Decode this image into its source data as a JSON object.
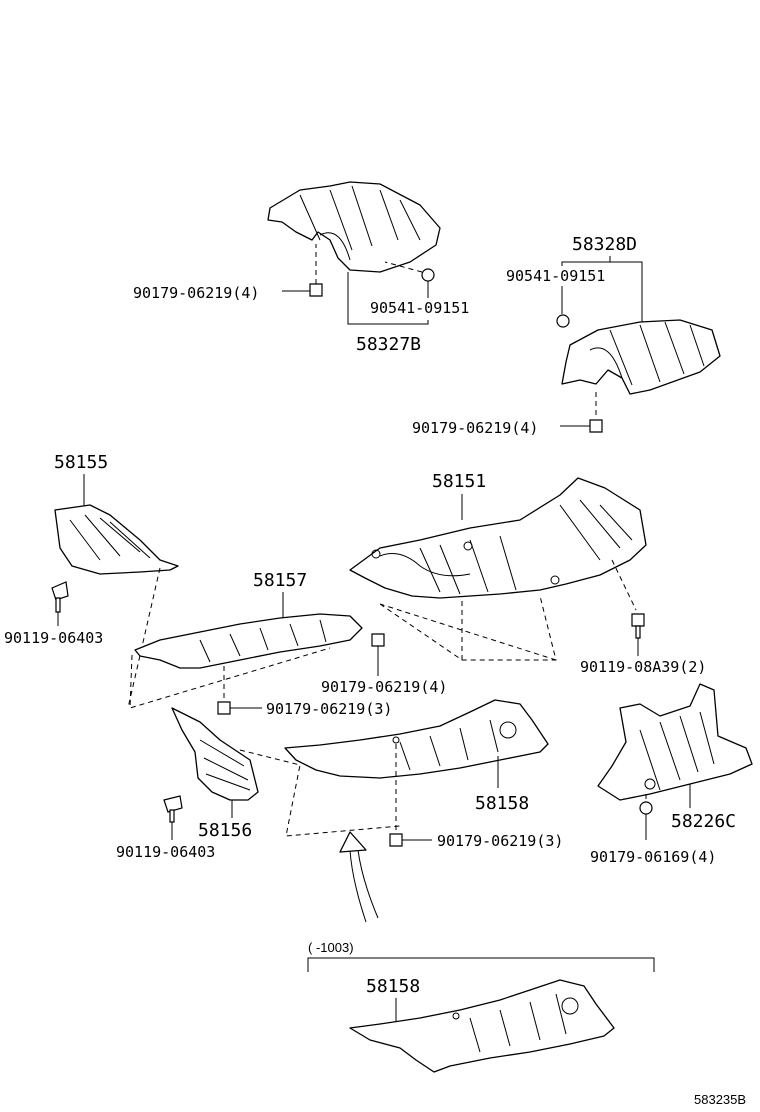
{
  "labels": {
    "p58328D": "58328D",
    "p58327B": "58327B",
    "p58155": "58155",
    "p58151": "58151",
    "p58157": "58157",
    "p58156": "58156",
    "p58158": "58158",
    "p58158b": "58158",
    "p58226C": "58226C",
    "f_top_left_clip": "90179-06219(4)",
    "f_top_nut": "90541-09151",
    "f_right_nut": "90541-09151",
    "f_right_clip": "90179-06219(4)",
    "f_bolt_left": "90119-06403",
    "f_bolt_right": "90119-08A39(2)",
    "f_mid_clip4": "90179-06219(4)",
    "f_mid_clip3": "90179-06219(3)",
    "f_bolt_lower": "90119-06403",
    "f_lower_clip3": "90179-06219(3)",
    "f_right_nut4": "90179-06169(4)",
    "range_note": "(    -1003)",
    "ref_code": "583235B"
  }
}
